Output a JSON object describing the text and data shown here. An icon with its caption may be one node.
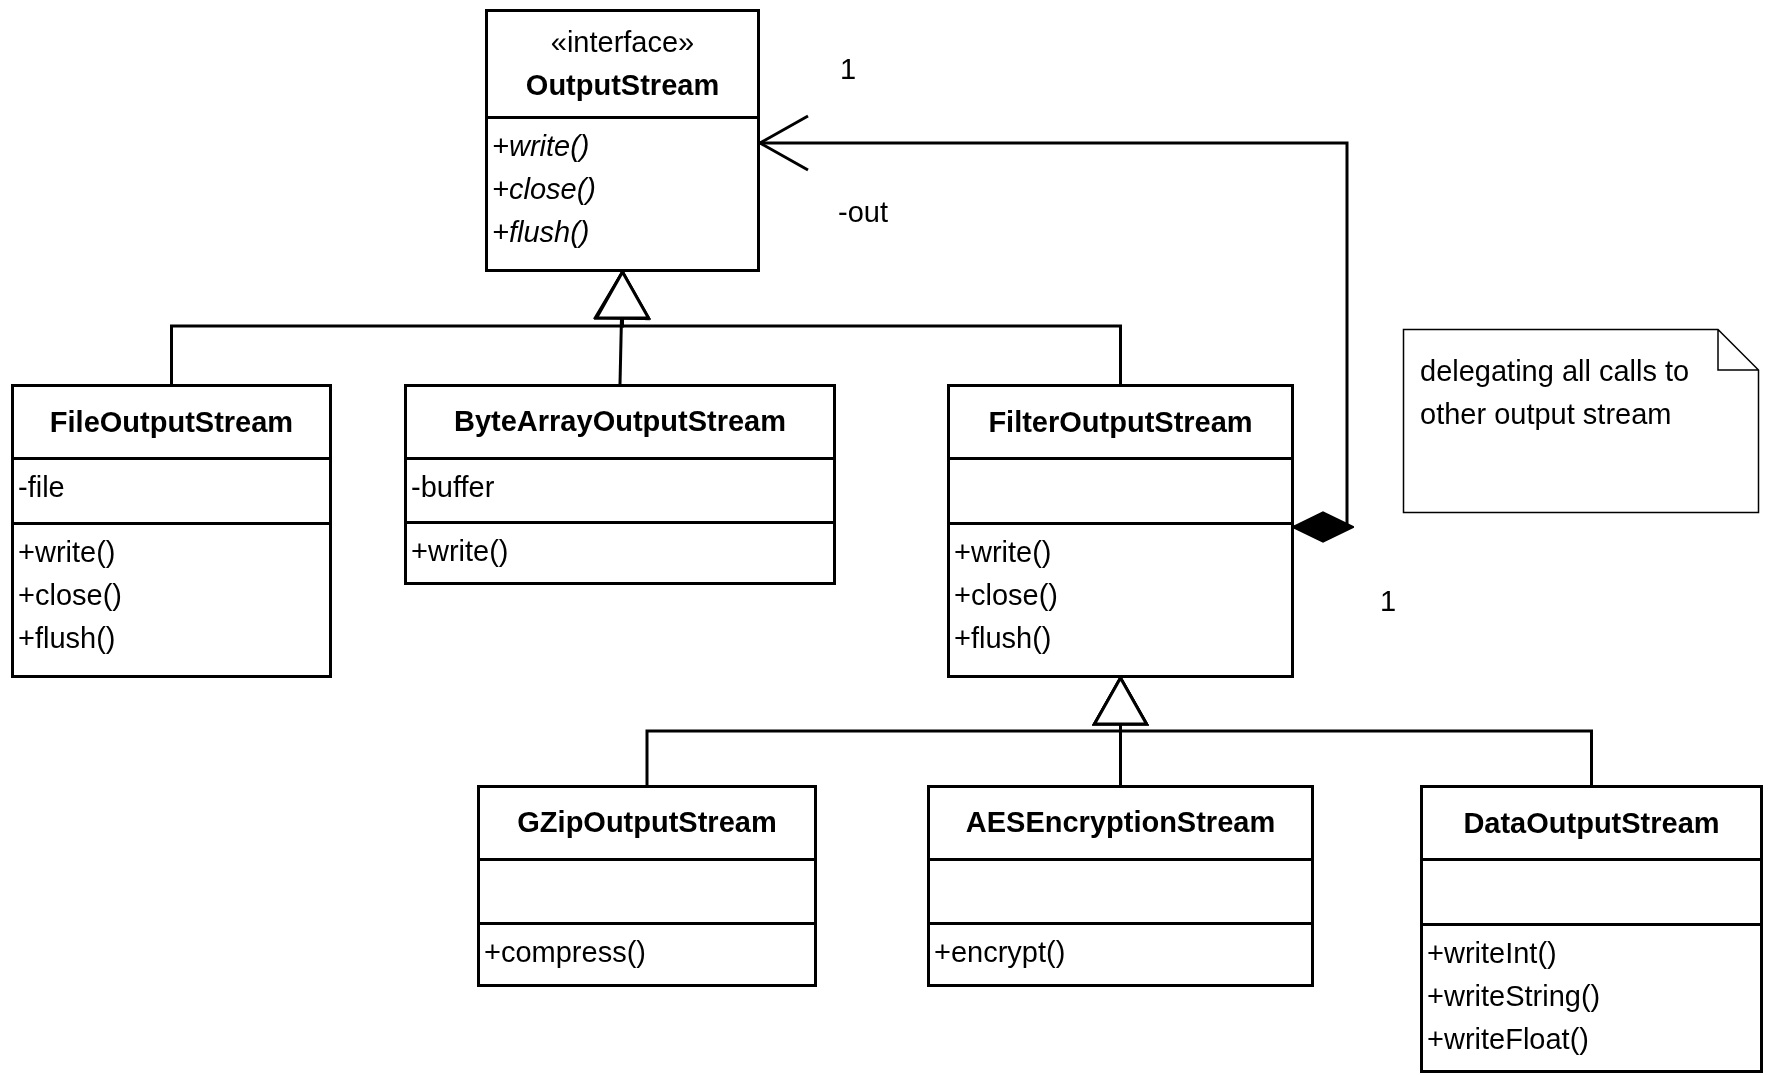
{
  "diagram": {
    "nodes": [
      {
        "text": [
          "«interface»",
          "OutputStream",
          "+write()",
          "+close()",
          "+flush()"
        ]
      },
      {
        "text": [
          "FileOutputStream",
          "-file",
          "+write()",
          "+close()",
          "+flush()"
        ]
      },
      {
        "text": [
          "ByteArrayOutputStream",
          "-buffer",
          "+write()"
        ]
      },
      {
        "text": [
          "FilterOutputStream",
          "+write()",
          "+close()",
          "+flush()"
        ]
      },
      {
        "text": [
          "delegating all calls to other output stream"
        ]
      },
      {
        "text": [
          "GZipOutputStream",
          "+compress()"
        ]
      },
      {
        "text": [
          "AESEncryptionStream",
          "+encrypt()"
        ]
      },
      {
        "text": [
          "DataOutputStream",
          "+writeInt()",
          "+writeString()",
          "+writeFloat()"
        ]
      }
    ],
    "edges": [
      {
        "from": 1,
        "to": 0,
        "arrow": "to"
      },
      {
        "from": 2,
        "to": 0,
        "arrow": "to"
      },
      {
        "from": 3,
        "to": 0,
        "arrow": "to"
      },
      {
        "from": 3,
        "to": 0,
        "arrow": "to"
      },
      {
        "from": 5,
        "to": 3,
        "arrow": "to"
      },
      {
        "from": 6,
        "to": 3,
        "arrow": "to"
      },
      {
        "from": 7,
        "to": 3,
        "arrow": "to"
      }
    ],
    "labels": [
      "1",
      "-out",
      "1"
    ]
  }
}
